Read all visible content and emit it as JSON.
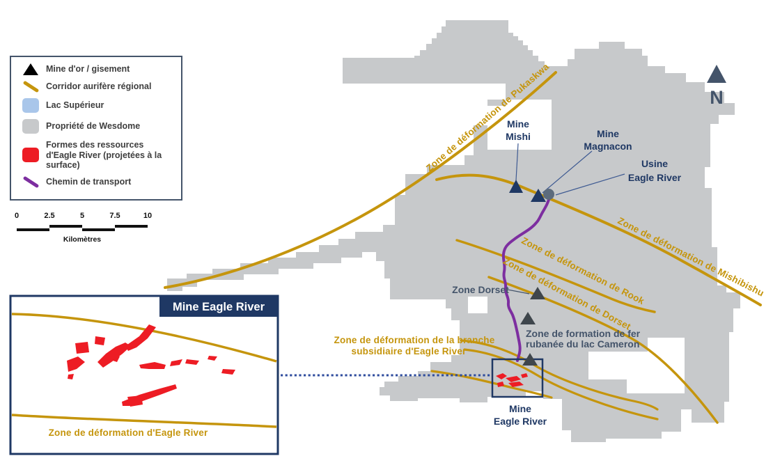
{
  "colors": {
    "gold": "#C5950D",
    "property_gray": "#C7C9CB",
    "navy": "#1F3864",
    "slate": "#44546A",
    "purple": "#7D2EA0",
    "red": "#ED1C24",
    "lake_blue": "#A9C6EA",
    "mine_marker_black": "#000000",
    "deposit_marker_gray": "#3F464C",
    "mill_marker": "#5C6B7D",
    "dotted_blue": "#2F4D9E",
    "legend_text": "#3E3E3E"
  },
  "legend": {
    "items": [
      {
        "label": "Mine d'or / gisement",
        "symbol": "mine-triangle"
      },
      {
        "label": "Corridor aurifère régional",
        "symbol": "gold-line"
      },
      {
        "label": "Lac Supérieur",
        "symbol": "lake-swatch"
      },
      {
        "label": "Propriété de Wesdome",
        "symbol": "property-swatch"
      },
      {
        "label": "Formes des ressources d'Eagle River (projetées à la surface)",
        "symbol": "resources-swatch"
      },
      {
        "label": "Chemin de transport",
        "symbol": "transport-line"
      }
    ]
  },
  "scale_bar": {
    "ticks": [
      "0",
      "2.5",
      "5",
      "7.5",
      "10"
    ],
    "unit": "Kilomètres"
  },
  "north": {
    "label": "N"
  },
  "map": {
    "zones": {
      "pukaskwa": "Zone de déformation de Pukaskwa",
      "mishibishu": "Zone de déformation de Mishibishu",
      "rook": "Zone de déformation de Rook",
      "dorset": "Zone de déformation de Dorset",
      "zone_dorset": "Zone Dorset",
      "cameron_line1": "Zone de formation de fer",
      "cameron_line2": "rubanée du lac Cameron",
      "branch_line1": "Zone de déformation de la branche",
      "branch_line2": "subsidiaire d'Eagle River"
    },
    "sites": {
      "mishi_line1": "Mine",
      "mishi_line2": "Mishi",
      "magnacon_line1": "Mine",
      "magnacon_line2": "Magnacon",
      "usine_line1": "Usine",
      "usine_line2": "Eagle River",
      "eagle_river_line1": "Mine",
      "eagle_river_line2": "Eagle River"
    },
    "inset": {
      "title": "Mine Eagle River",
      "zone": "Zone de déformation d'Eagle River"
    }
  }
}
